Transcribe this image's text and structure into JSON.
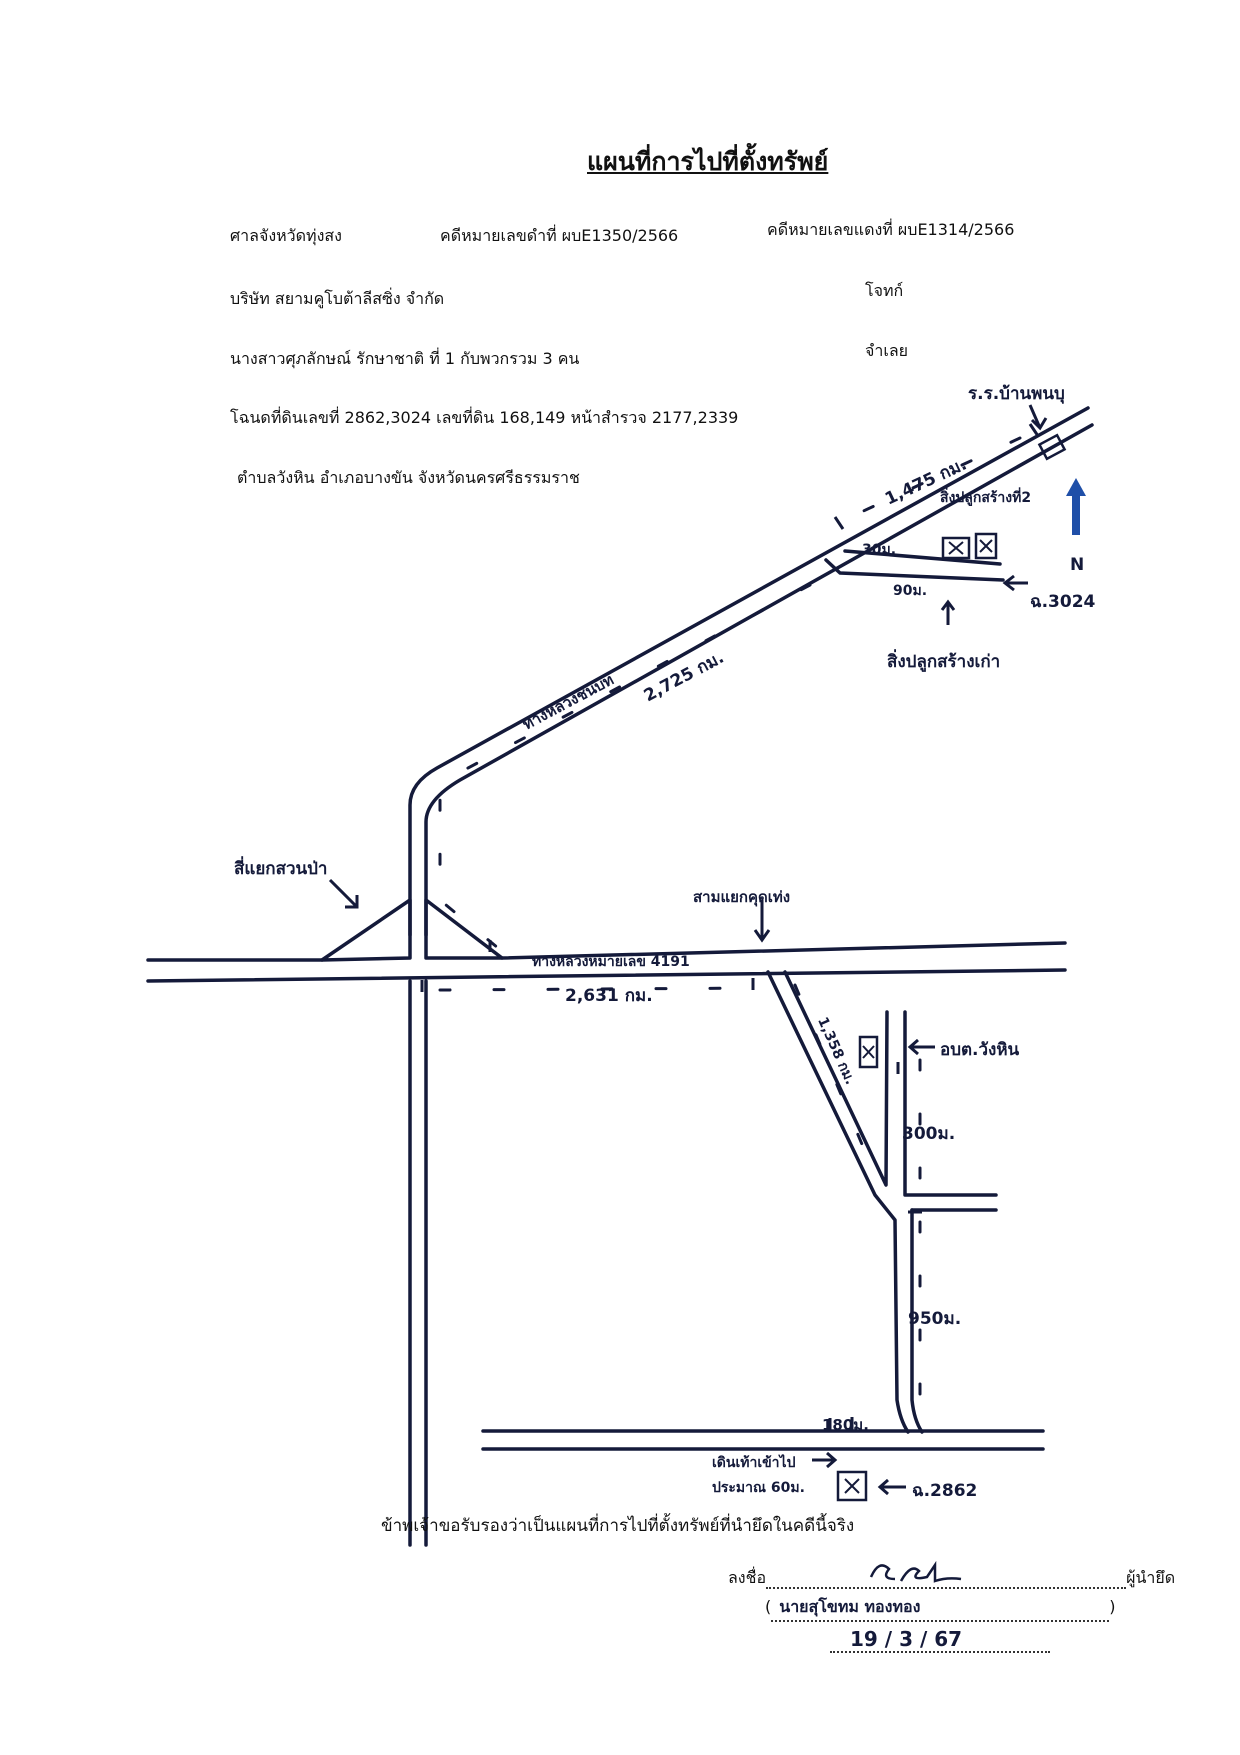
{
  "title": "แผนที่การไปที่ตั้งทรัพย์",
  "header": {
    "court": "ศาลจังหวัดทุ่งสง",
    "black_case": "คดีหมายเลขดำที่ ผบE1350/2566",
    "red_case": "คดีหมายเลขแดงที่ ผบE1314/2566",
    "plaintiff": "บริษัท สยามคูโบต้าลีสซิ่ง จำกัด",
    "plaintiff_role": "โจทก์",
    "defendant": "นางสาวศุภลักษณ์ รักษาชาติ ที่ 1 กับพวกรวม 3 คน",
    "defendant_role": "จำเลย",
    "deed": "โฉนดที่ดินเลขที่ 2862,3024 เลขที่ดิน 168,149 หน้าสำรวจ 2177,2339",
    "location": "ตำบลวังหิน อำเภอบางขัน จังหวัดนครศรีธรรมราช"
  },
  "map": {
    "labels": {
      "school": "ร.ร.บ้านพนบุ",
      "dist_1475": "1,475 กม.",
      "warehouse2": "สิ่งปลูกสร้างที่2",
      "north": "N",
      "d30": "30ม.",
      "d90": "90ม.",
      "plot3024": "ฉ.3024",
      "old_structure": "สิ่งปลูกสร้างเก่า",
      "road_rural": "ทางหลวงชนบท",
      "dist_2725": "2,725 กม.",
      "four_way": "สี่แยกสวนป่า",
      "three_way": "สามแยกคุดเท่ง",
      "highway": "ทางหลวงหมายเลข 4191",
      "dist_2631": "2,631 กม.",
      "dist_1358": "1,358 กม.",
      "sao": "อบต.วังหิน",
      "d300": "300ม.",
      "d950": "950ม.",
      "d180": "180ม.",
      "walk_in": "เดินเท้าเข้าไป",
      "approx": "ประมาณ 60ม.",
      "plot2862": "ฉ.2862"
    },
    "colors": {
      "ink": "#141a3a",
      "north_arrow": "#1f4fa8"
    }
  },
  "footer": {
    "certify": "ข้าพเจ้าขอรับรองว่าเป็นแผนที่การไปที่ตั้งทรัพย์ที่นำยึดในคดีนี้จริง",
    "sign_prefix": "ลงชื่อ",
    "sign_role": "ผู้นำยึด",
    "signer_name": "นายสุโขทม ทองทอง",
    "date": "19 / 3 / 67"
  }
}
